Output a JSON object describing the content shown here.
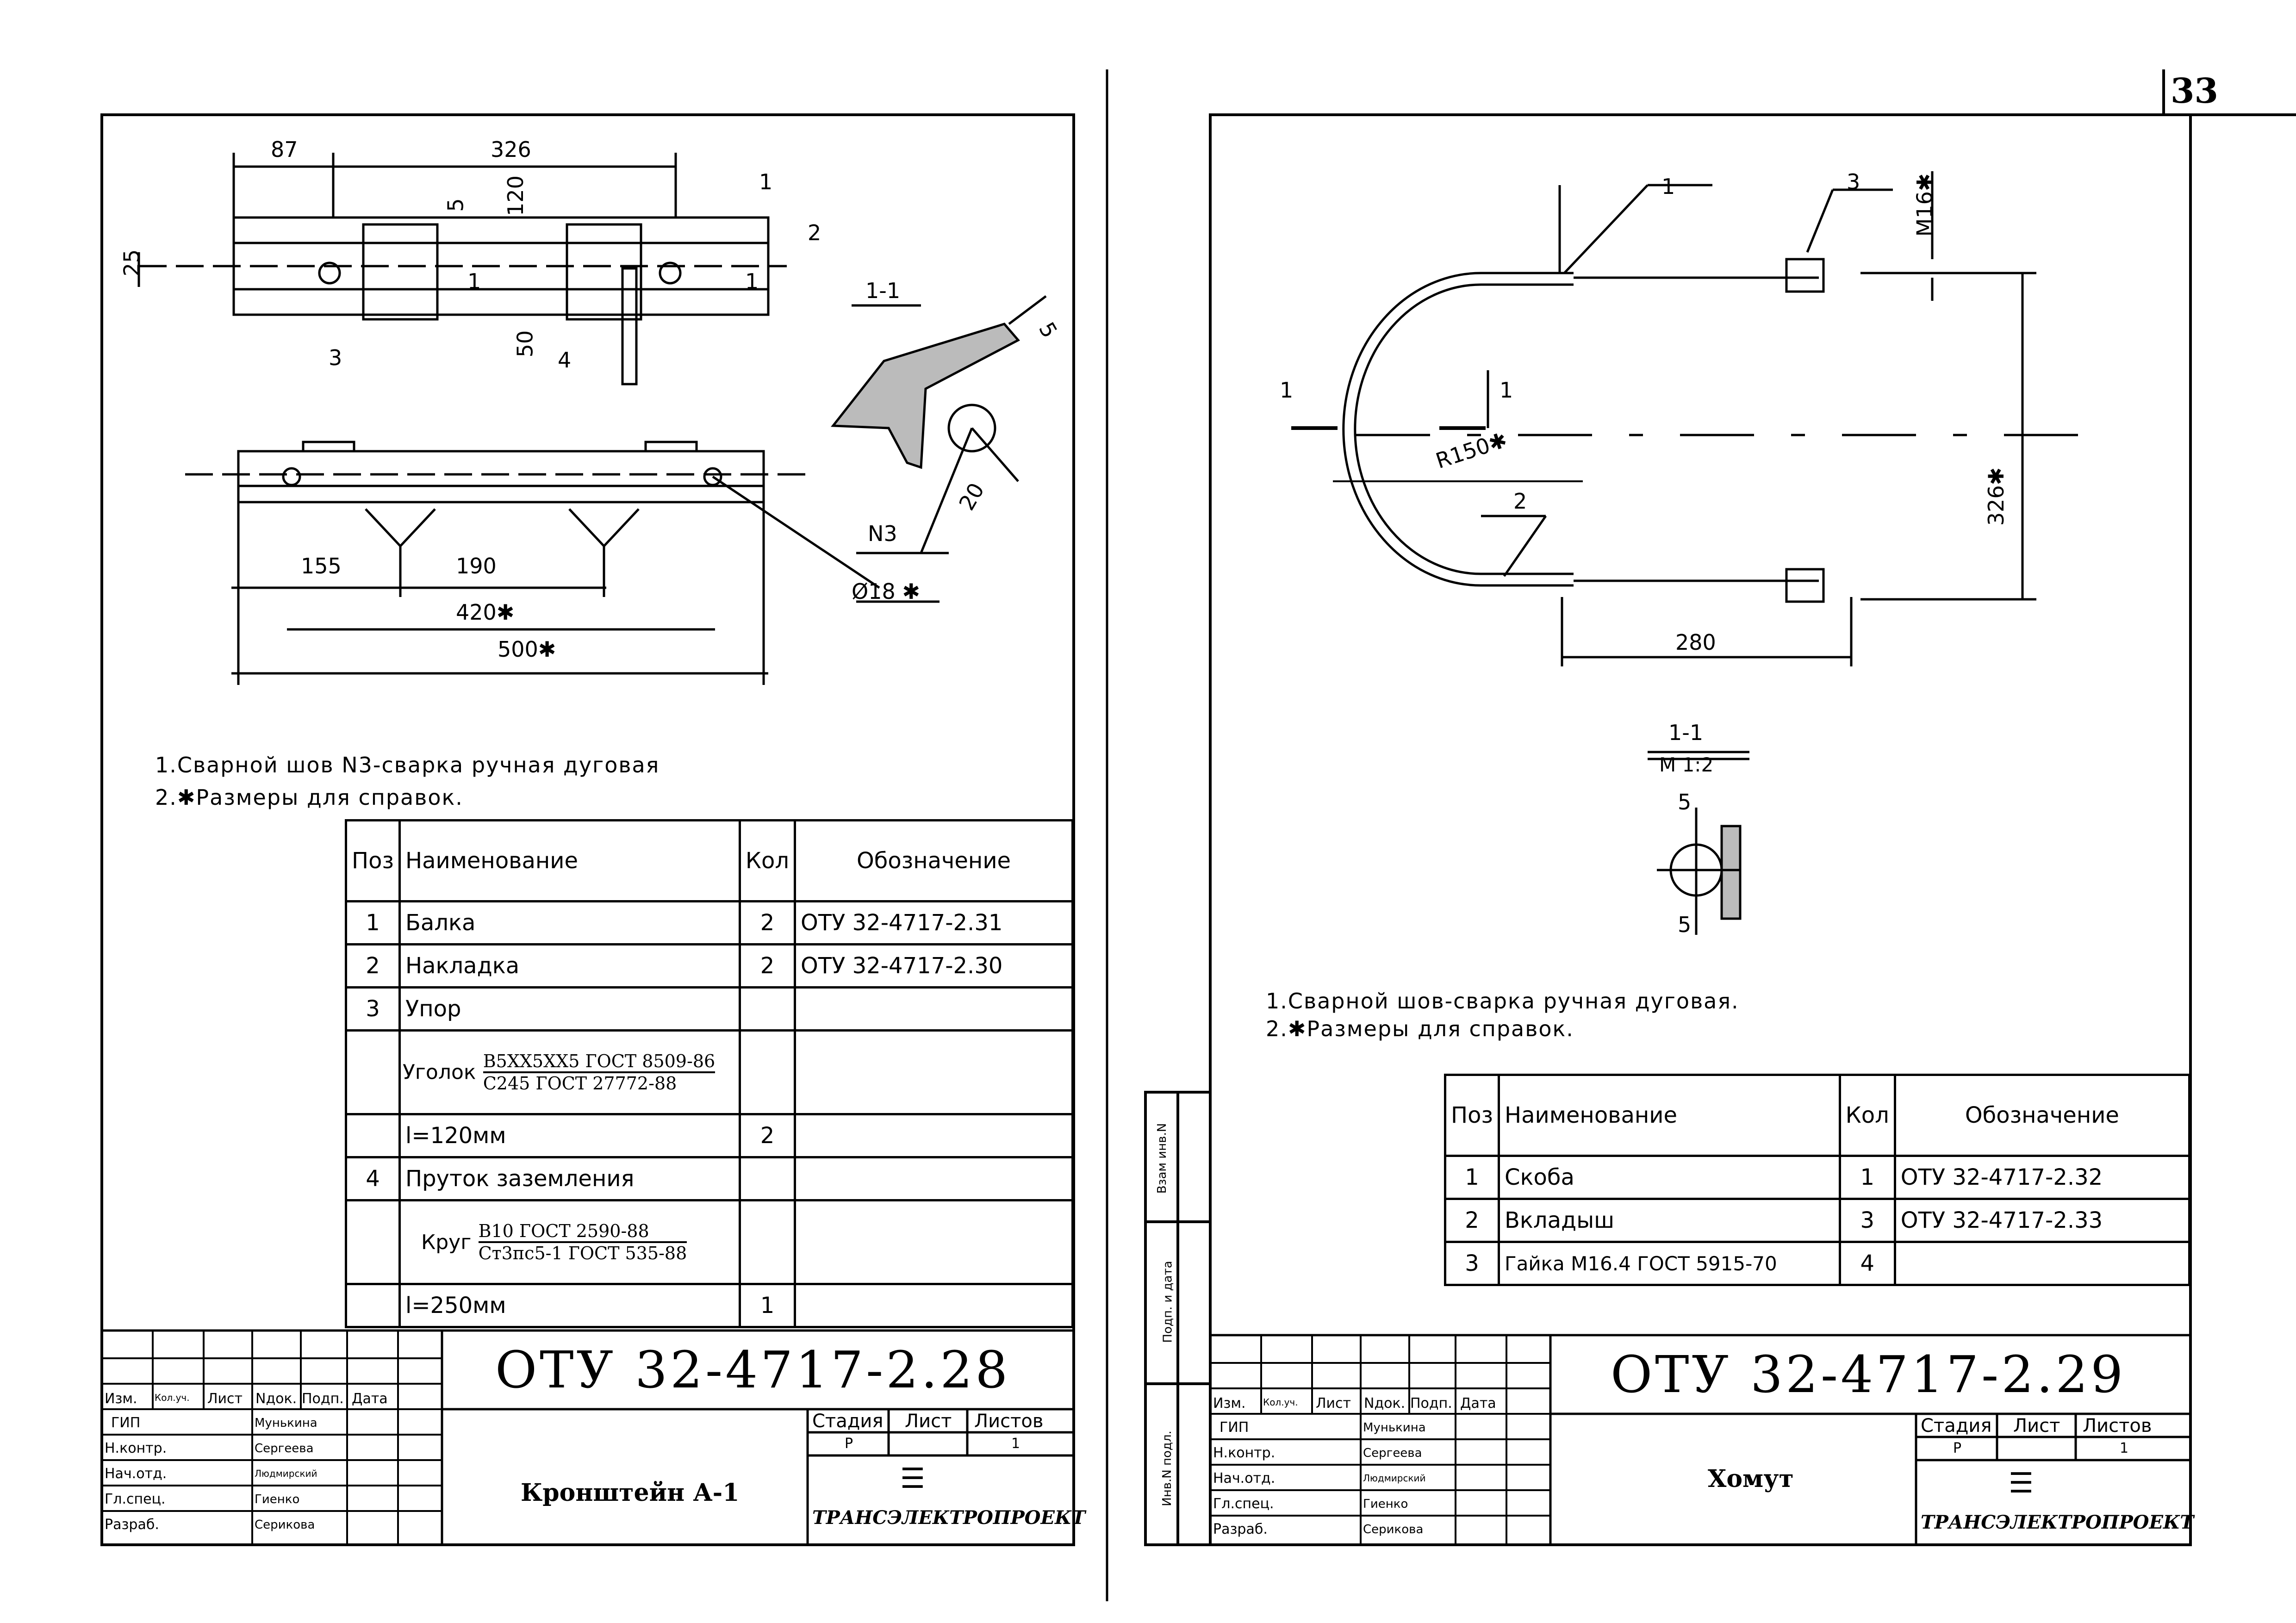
{
  "page_number": "33",
  "left": {
    "dims": {
      "d87": "87",
      "d326": "326",
      "d25": "25",
      "d5": "5",
      "d120": "120",
      "d50": "50",
      "d155": "155",
      "d190": "190",
      "d420": "420✱",
      "d500": "500✱",
      "d20": "20",
      "d18": "Ø18 ✱",
      "d5b": "5"
    },
    "callouts": {
      "c1": "1",
      "c2": "2",
      "c3": "3",
      "c4": "4",
      "n3": "N3",
      "s1a": "1",
      "s1b": "1"
    },
    "section_label": "1-1",
    "notes": [
      "1.Сварной шов N3-сварка ручная дуговая",
      "2.✱Размеры для справок."
    ],
    "spec_headers": [
      "Поз",
      "Наименование",
      "Кол",
      "Обозначение"
    ],
    "spec": {
      "r1": {
        "pos": "1",
        "name": "Балка",
        "qty": "2",
        "code": "ОТУ 32-4717-2.31"
      },
      "r2": {
        "pos": "2",
        "name": "Накладка",
        "qty": "2",
        "code": "ОТУ 32-4717-2.30"
      },
      "r3": {
        "pos": "3",
        "name": "Упор"
      },
      "r3a": {
        "label": "Уголок",
        "top": "В5ХХ5ХХ5 ГОСТ 8509-86",
        "bottom": "С245 ГОСТ 27772-88"
      },
      "r3b": {
        "name": "l=120мм",
        "qty": "2"
      },
      "r4": {
        "pos": "4",
        "name": "Пруток заземления"
      },
      "r4a": {
        "label": "Круг",
        "top": "В10 ГОСТ 2590-88",
        "bottom": "Ст3пс5-1 ГОСТ 535-88"
      },
      "r4b": {
        "name": "l=250мм",
        "qty": "1"
      }
    },
    "title_block": {
      "designation": "ОТУ 32-4717-2.28",
      "name": "Кронштейн А-1"
    }
  },
  "right": {
    "dims": {
      "m16": "M16✱",
      "r150": "R150✱",
      "d326": "326✱",
      "d280": "280",
      "s5a": "5",
      "s5b": "5"
    },
    "callouts": {
      "c1": "1",
      "c2": "2",
      "c3": "3",
      "s1a": "1",
      "s1b": "1"
    },
    "section_label": "1-1",
    "section_scale": "M 1:2",
    "notes": [
      "1.Сварной шов-сварка ручная дуговая.",
      "2.✱Размеры для справок."
    ],
    "spec_headers": [
      "Поз",
      "Наименование",
      "Кол",
      "Обозначение"
    ],
    "spec": {
      "r1": {
        "pos": "1",
        "name": "Скоба",
        "qty": "1",
        "code": "ОТУ 32-4717-2.32"
      },
      "r2": {
        "pos": "2",
        "name": "Вкладыш",
        "qty": "3",
        "code": "ОТУ 32-4717-2.33"
      },
      "r3": {
        "pos": "3",
        "name": "Гайка М16.4 ГОСТ 5915-70",
        "qty": "4",
        "code": ""
      }
    },
    "title_block": {
      "designation": "ОТУ 32-4717-2.29",
      "name": "Хомут"
    },
    "side_stamp": [
      "Инв.N подл.",
      "Подп. и дата",
      "Взам инв.N"
    ]
  },
  "stamp": {
    "header": [
      "Изм.",
      "Кол.уч.",
      "Лист",
      "Nдок.",
      "Подп.",
      "Дата"
    ],
    "roles": [
      "ГИП",
      "Н.контр.",
      "Нач.отд.",
      "Гл.спец.",
      "Разраб."
    ],
    "people": [
      "Мунькина",
      "Сергеева",
      "Людмирский",
      "Гиенко",
      "Серикова"
    ],
    "stage_headers": [
      "Стадия",
      "Лист",
      "Листов"
    ],
    "stage_values": [
      "Р",
      "",
      "1"
    ],
    "company": "ТРАНСЭЛЕКТРОПРОЕКТ"
  }
}
